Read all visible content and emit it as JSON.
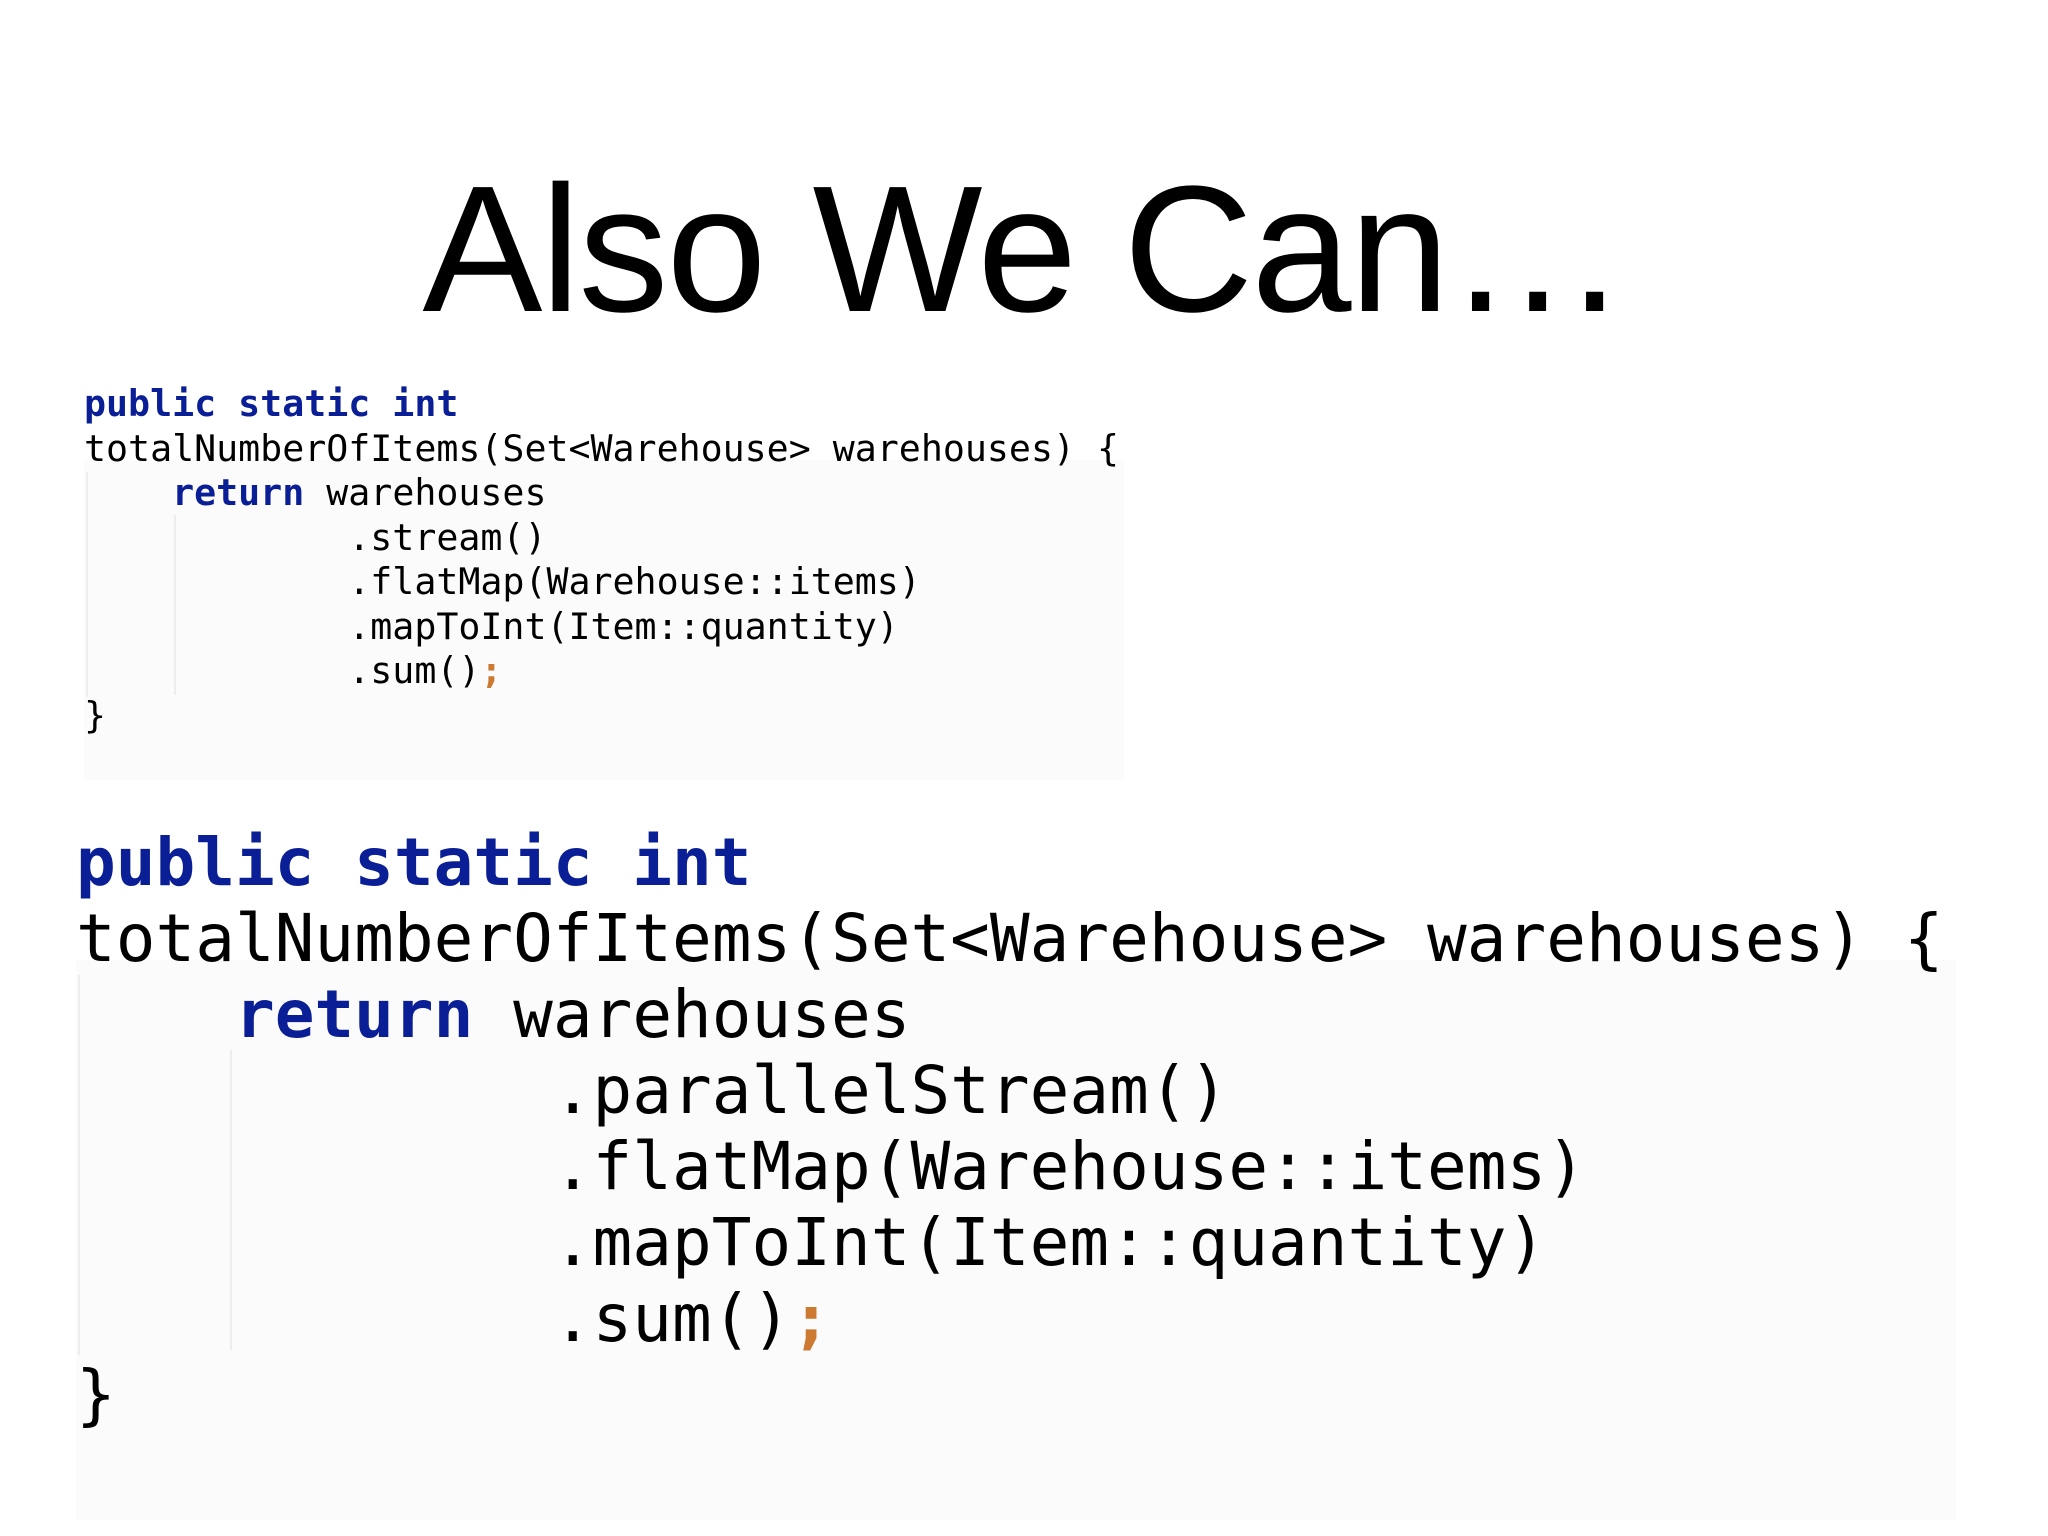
{
  "slide": {
    "title": "Also We Can…"
  },
  "code_sequential": {
    "line1_kw": "public static int",
    "line2": "totalNumberOfItems(Set<Warehouse> warehouses) {",
    "line3_indent": "    ",
    "line3_kw": "return",
    "line3_rest": " warehouses",
    "line4": "            .stream()",
    "line5": "            .flatMap(Warehouse::items)",
    "line6": "            .mapToInt(Item::quantity)",
    "line7_prefix": "            .sum()",
    "line7_semi": ";",
    "line8": "}"
  },
  "code_parallel": {
    "line1_kw": "public static int",
    "line2": "totalNumberOfItems(Set<Warehouse> warehouses) {",
    "line3_indent": "    ",
    "line3_kw": "return",
    "line3_rest": " warehouses",
    "line4": "            .parallelStream()",
    "line5": "            .flatMap(Warehouse::items)",
    "line6": "            .mapToInt(Item::quantity)",
    "line7_prefix": "            .sum()",
    "line7_semi": ";",
    "line8": "}"
  },
  "colors": {
    "keyword": "#0a1e96",
    "semicolon": "#cc7a32",
    "text": "#000000",
    "indent_guide": "#ededed"
  }
}
